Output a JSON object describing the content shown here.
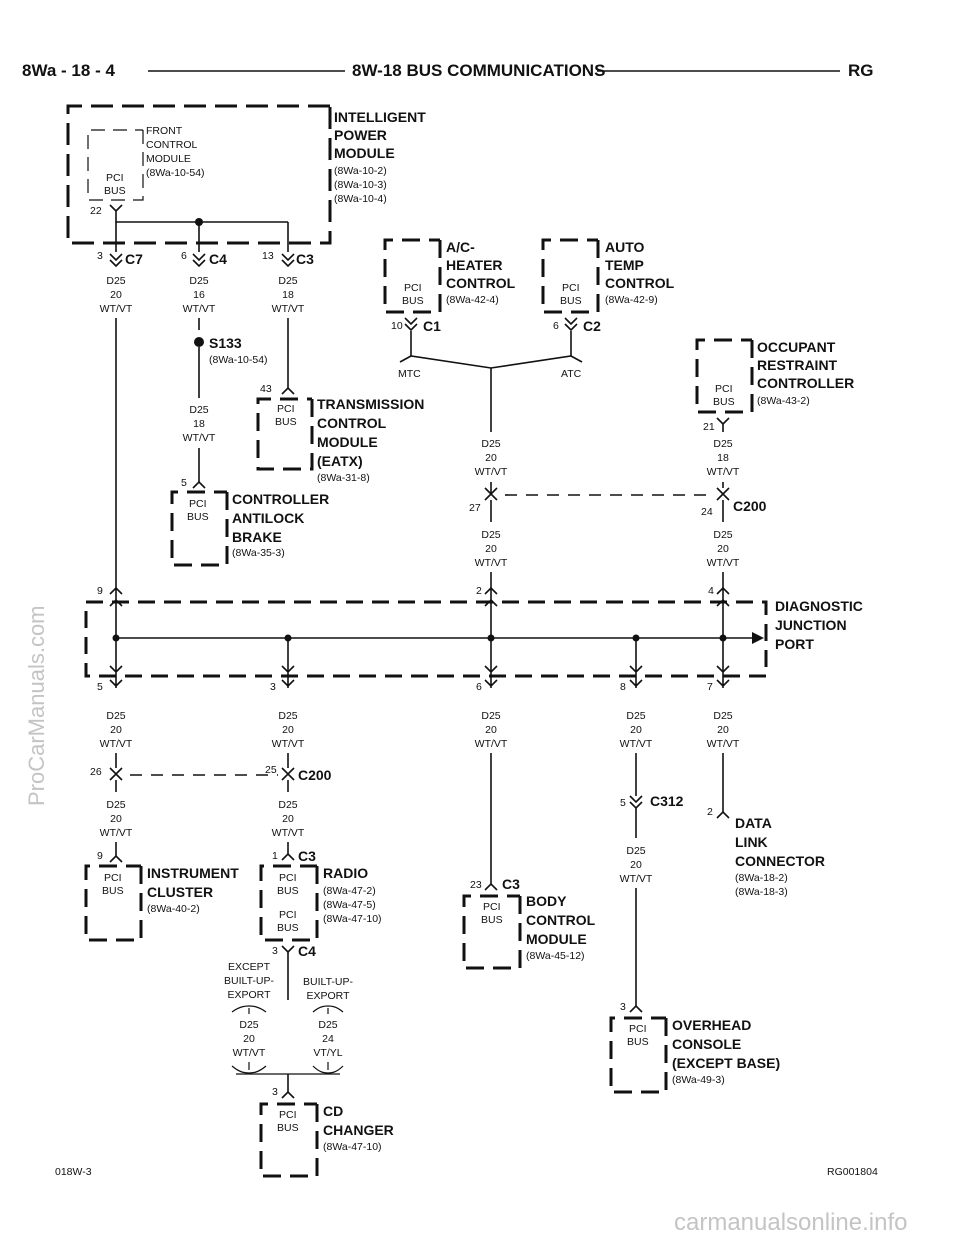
{
  "header": {
    "page_ref": "8Wa - 18 - 4",
    "section_title": "8W-18 BUS COMMUNICATIONS",
    "model_code": "RG"
  },
  "footer": {
    "left_code": "018W-3",
    "right_code": "RG001804"
  },
  "watermarks": {
    "side": "ProCarManuals.com",
    "bottom": "carmanualsonline.info"
  },
  "modules": {
    "ipm": {
      "title": [
        "INTELLIGENT",
        "POWER",
        "MODULE"
      ],
      "refs": [
        "(8Wa-10-2)",
        "(8Wa-10-3)",
        "(8Wa-10-4)"
      ]
    },
    "fcm": {
      "title": [
        "FRONT",
        "CONTROL",
        "MODULE"
      ],
      "refs": [
        "(8Wa-10-54)"
      ]
    },
    "ac_heater": {
      "title": [
        "A/C-",
        "HEATER",
        "CONTROL"
      ],
      "refs": [
        "(8Wa-42-4)"
      ]
    },
    "auto_temp": {
      "title": [
        "AUTO",
        "TEMP",
        "CONTROL"
      ],
      "refs": [
        "(8Wa-42-9)"
      ]
    },
    "orc": {
      "title": [
        "OCCUPANT",
        "RESTRAINT",
        "CONTROLLER"
      ],
      "refs": [
        "(8Wa-43-2)"
      ]
    },
    "tcm": {
      "title": [
        "TRANSMISSION",
        "CONTROL",
        "MODULE",
        "(EATX)"
      ],
      "refs": [
        "(8Wa-31-8)"
      ]
    },
    "cab": {
      "title": [
        "CONTROLLER",
        "ANTILOCK",
        "BRAKE"
      ],
      "refs": [
        "(8Wa-35-3)"
      ]
    },
    "djp": {
      "title": [
        "DIAGNOSTIC",
        "JUNCTION",
        "PORT"
      ]
    },
    "cluster": {
      "title": [
        "INSTRUMENT",
        "CLUSTER"
      ],
      "refs": [
        "(8Wa-40-2)"
      ]
    },
    "radio": {
      "title": [
        "RADIO"
      ],
      "refs": [
        "(8Wa-47-2)",
        "(8Wa-47-5)",
        "(8Wa-47-10)"
      ]
    },
    "bcm": {
      "title": [
        "BODY",
        "CONTROL",
        "MODULE"
      ],
      "refs": [
        "(8Wa-45-12)"
      ]
    },
    "dlc": {
      "title": [
        "DATA",
        "LINK",
        "CONNECTOR"
      ],
      "refs": [
        "(8Wa-18-2)",
        "(8Wa-18-3)"
      ]
    },
    "overhead": {
      "title": [
        "OVERHEAD",
        "CONSOLE",
        "(EXCEPT BASE)"
      ],
      "refs": [
        "(8Wa-49-3)"
      ]
    },
    "cd_changer": {
      "title": [
        "CD",
        "CHANGER"
      ],
      "refs": [
        "(8Wa-47-10)"
      ]
    }
  },
  "labels": {
    "pci_bus": [
      "PCI",
      "BUS"
    ],
    "mtc": "MTC",
    "atc": "ATC",
    "except_export": [
      "EXCEPT",
      "BUILT-UP-",
      "EXPORT"
    ],
    "builtup_export": [
      "BUILT-UP-",
      "EXPORT"
    ]
  },
  "splice": {
    "name": "S133",
    "ref": "(8Wa-10-54)"
  },
  "connectors": {
    "c7": "C7",
    "c4": "C4",
    "c3": "C3",
    "c1": "C1",
    "c2": "C2",
    "c200": "C200",
    "c312": "C312"
  },
  "wires": {
    "d25_20": [
      "D25",
      "20",
      "WT/VT"
    ],
    "d25_16": [
      "D25",
      "16",
      "WT/VT"
    ],
    "d25_18": [
      "D25",
      "18",
      "WT/VT"
    ],
    "d25_24": [
      "D25",
      "24",
      "VT/YL"
    ]
  },
  "pins": {
    "fcm": "22",
    "c7": "3",
    "c4": "6",
    "c3": "13",
    "ac": "10",
    "atc": "6",
    "orc": "21",
    "tcm": "43",
    "cab": "5",
    "c200_left": "27",
    "c200_right": "24",
    "dj_in_left": "9",
    "dj_in_mid": "2",
    "dj_in_right": "4",
    "dj_out_1": "5",
    "dj_out_2": "3",
    "dj_out_3": "6",
    "dj_out_4": "8",
    "dj_out_5": "7",
    "c200b_left": "26",
    "c200b_right": "25",
    "cluster": "9",
    "radio_c3": "1",
    "radio_c4": "3",
    "bcm": "23",
    "c312": "5",
    "dlc": "2",
    "overhead": "3",
    "cd": "3"
  }
}
